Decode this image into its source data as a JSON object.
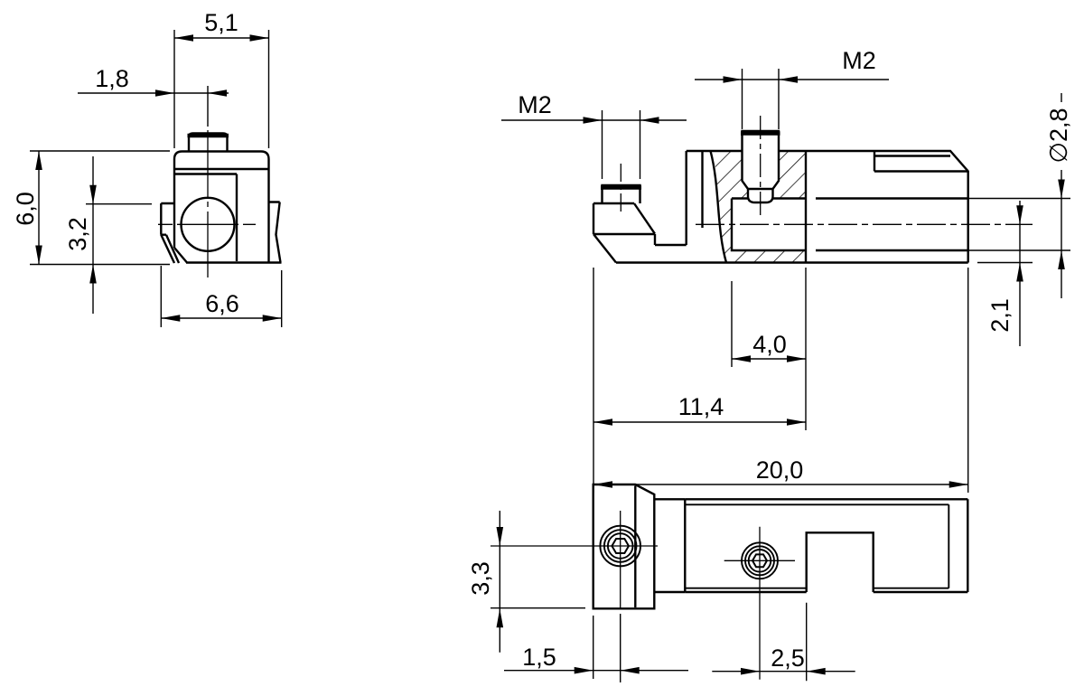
{
  "app": {
    "type": "technical-dimension-drawing",
    "background_color": "#ffffff",
    "line_color": "#000000",
    "units_style": "comma-decimal-millimetres"
  },
  "views": {
    "front": {
      "name": "front-view",
      "dims": {
        "width_top": {
          "label": "5,1"
        },
        "screw_offset": {
          "label": "1,8"
        },
        "height_total": {
          "label": "6,0"
        },
        "height_mid": {
          "label": "3,2"
        },
        "width_bottom": {
          "label": "6,6"
        }
      }
    },
    "side": {
      "name": "side-section-view",
      "dims": {
        "thread_left": {
          "label": "M2"
        },
        "thread_mid": {
          "label": "M2"
        },
        "bore_diameter": {
          "label": "∅2,8"
        },
        "bore_offset": {
          "label": "2,1"
        },
        "pocket_width": {
          "label": "4,0"
        },
        "length_mid": {
          "label": "11,4"
        },
        "length_total": {
          "label": "20,0"
        }
      }
    },
    "bottom": {
      "name": "bottom-view",
      "dims": {
        "depth_offset": {
          "label": "3,3"
        },
        "hole_left_offset": {
          "label": "1,5"
        },
        "hole_right_offset": {
          "label": "2,5"
        }
      }
    }
  }
}
